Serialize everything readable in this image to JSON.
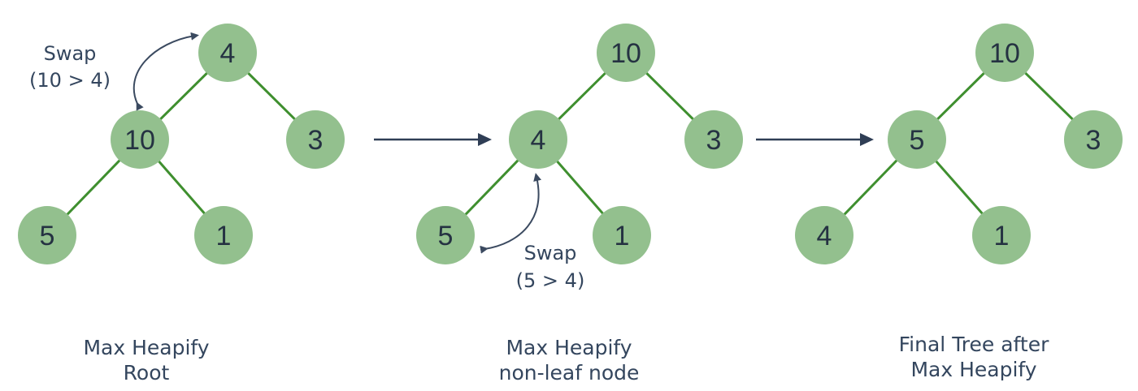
{
  "colors": {
    "node_fill": "#93c08e",
    "edge": "#3f8f2f",
    "text": "#253242",
    "arrow": "#2f3e55"
  },
  "panels": [
    {
      "nodes": [
        "4",
        "10",
        "3",
        "5",
        "1"
      ],
      "swap": {
        "line1": "Swap",
        "line2": "(10 > 4)"
      },
      "caption": {
        "line1": "Max Heapify",
        "line2": "Root"
      }
    },
    {
      "nodes": [
        "10",
        "4",
        "3",
        "5",
        "1"
      ],
      "swap": {
        "line1": "Swap",
        "line2": "(5 > 4)"
      },
      "caption": {
        "line1": "Max Heapify",
        "line2": "non-leaf node"
      }
    },
    {
      "nodes": [
        "10",
        "5",
        "3",
        "4",
        "1"
      ],
      "caption": {
        "line1": "Final Tree after",
        "line2": "Max Heapify"
      }
    }
  ]
}
